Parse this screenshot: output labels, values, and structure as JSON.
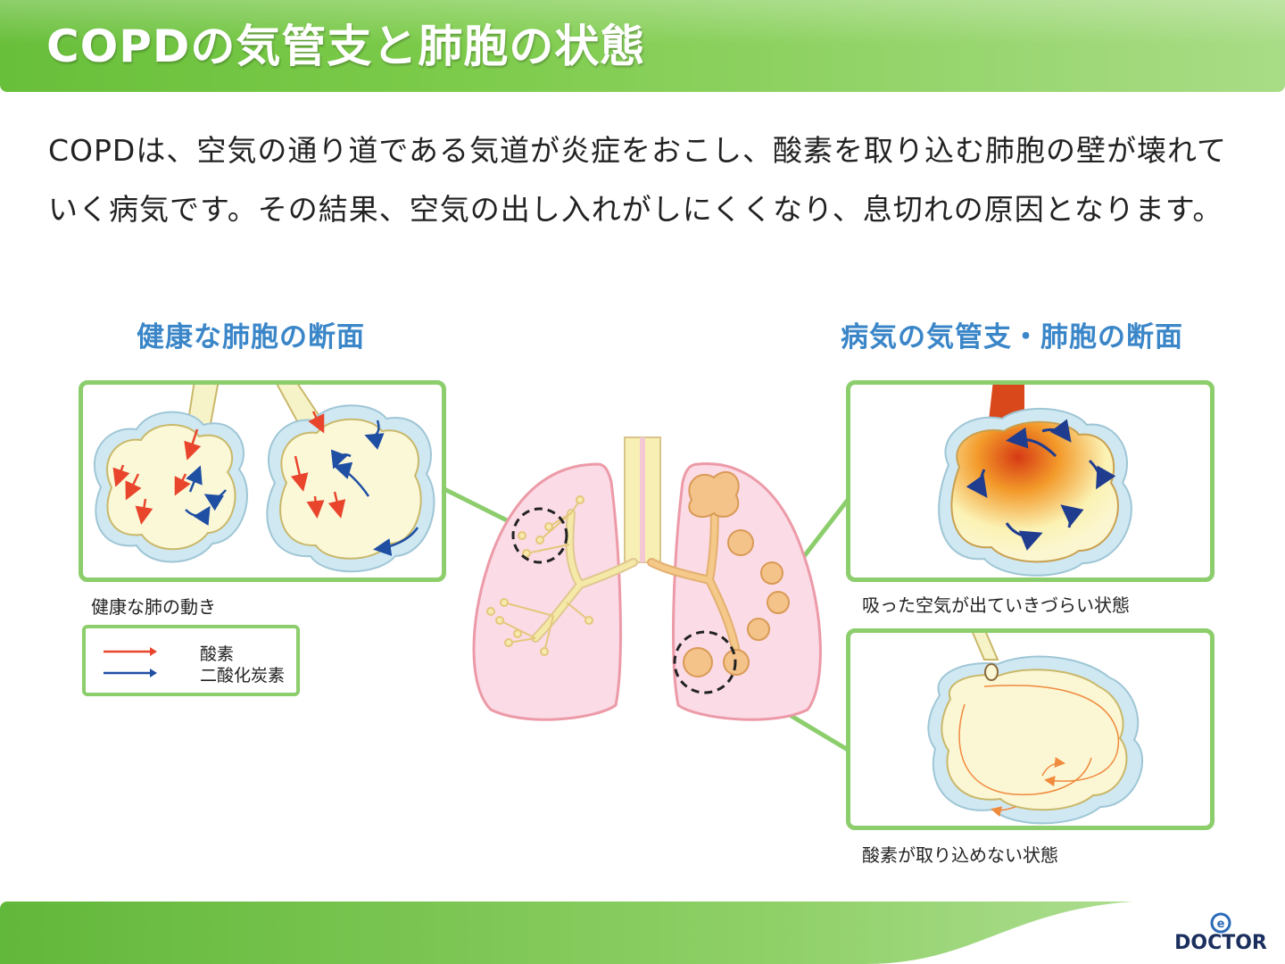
{
  "header": {
    "title": "COPDの気管支と肺胞の状態"
  },
  "intro": {
    "text": "COPDは、空気の通り道である気道が炎症をおこし、酸素を取り込む肺胞の壁が壊れていく病気です。その結果、空気の出し入れがしにくくなり、息切れの原因となります。"
  },
  "left_section": {
    "title": "健康な肺胞の断面",
    "caption": "健康な肺の動き",
    "legend": [
      {
        "label": "酸素",
        "color": "#e8452c"
      },
      {
        "label": "二酸化炭素",
        "color": "#1f4fa3"
      }
    ]
  },
  "right_section": {
    "title": "病気の気管支・肺胞の断面",
    "caption_top": "吸った空気が出ていきづらい状態",
    "caption_bottom": "酸素が取り込めない状態"
  },
  "colors": {
    "accent_green": "#8ccd6c",
    "title_blue": "#3a86c8",
    "oxygen_red": "#e8452c",
    "co2_blue": "#1f4fa3"
  },
  "logo": {
    "text": "DOCTOR",
    "mark": "e"
  }
}
